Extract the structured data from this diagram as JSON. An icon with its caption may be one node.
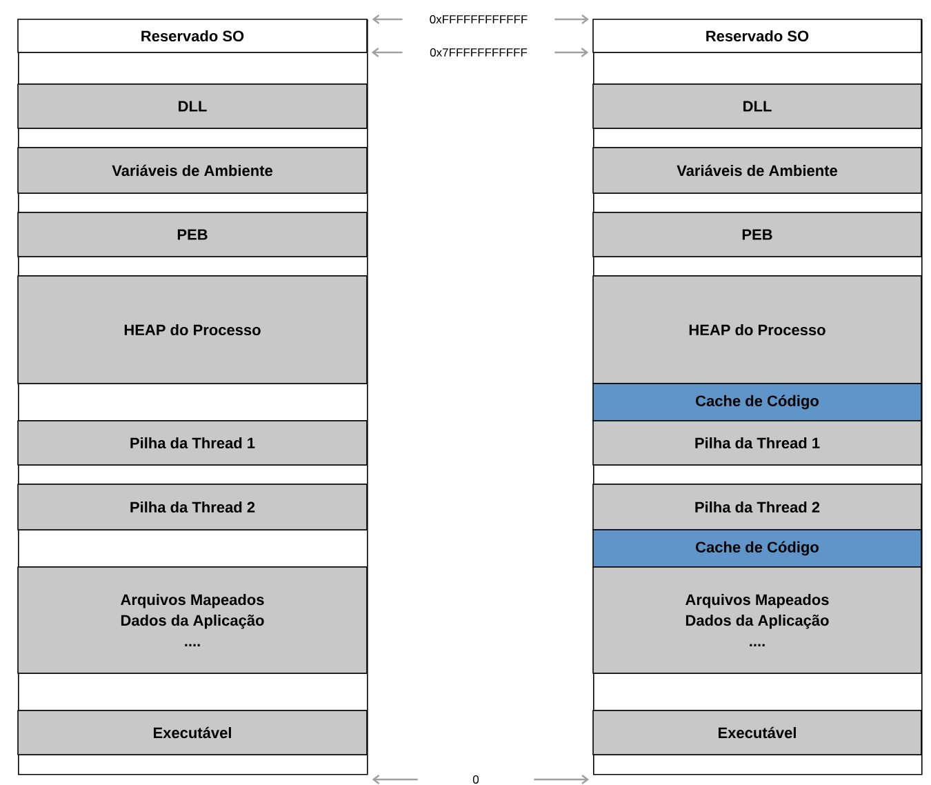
{
  "diagram": {
    "nodes": [
      {
        "text": [],
        "shape": "box"
      },
      {
        "text": [
          "Reservado SO"
        ],
        "in": 0
      },
      {
        "text": [
          "DLL"
        ],
        "in": 0
      },
      {
        "text": [
          "Variáveis de Ambiente"
        ],
        "in": 0
      },
      {
        "text": [
          "PEB"
        ],
        "in": 0
      },
      {
        "text": [
          "HEAP do Processo"
        ],
        "in": 0
      },
      {
        "text": [
          "Pilha da Thread 1"
        ],
        "in": 0
      },
      {
        "text": [
          "Pilha da Thread 2"
        ],
        "in": 0
      },
      {
        "text": [
          "Arquivos Mapeados",
          "Dados da Aplicação",
          "...."
        ],
        "in": 0
      },
      {
        "text": [
          "Executável"
        ],
        "in": 0
      },
      {
        "text": [
          "0xFFFFFFFFFFFF"
        ]
      },
      {
        "text": [
          "0x7FFFFFFFFFFF"
        ]
      },
      {
        "text": [
          "0"
        ]
      },
      {
        "text": [],
        "shape": "box"
      },
      {
        "text": [
          "Reservado SO"
        ],
        "in": 13
      },
      {
        "text": [
          "DLL"
        ],
        "in": 13
      },
      {
        "text": [
          "Variáveis de Ambiente"
        ],
        "in": 13
      },
      {
        "text": [
          "PEB"
        ],
        "in": 13
      },
      {
        "text": [
          "HEAP do Processo"
        ],
        "in": 13
      },
      {
        "text": [
          "Cache de Código"
        ],
        "in": 13
      },
      {
        "text": [
          "Pilha da Thread 1"
        ],
        "in": 13
      },
      {
        "text": [
          "Pilha da Thread 2"
        ],
        "in": 13
      },
      {
        "text": [
          "Cache de Código"
        ],
        "in": 13
      },
      {
        "text": [
          "Arquivos Mapeados",
          "Dados da Aplicação",
          "...."
        ],
        "in": 13
      },
      {
        "text": [
          "Executável"
        ],
        "in": 13
      }
    ],
    "edges": [
      {
        "from": 10,
        "to": 0,
        "arrow": "to"
      },
      {
        "from": 10,
        "to": 13,
        "arrow": "to"
      },
      {
        "from": 11,
        "to": 1,
        "arrow": "to"
      },
      {
        "from": 11,
        "to": 14,
        "arrow": "to"
      },
      {
        "from": 12,
        "to": 0,
        "arrow": "to"
      },
      {
        "from": 12,
        "to": 13,
        "arrow": "to"
      }
    ]
  }
}
